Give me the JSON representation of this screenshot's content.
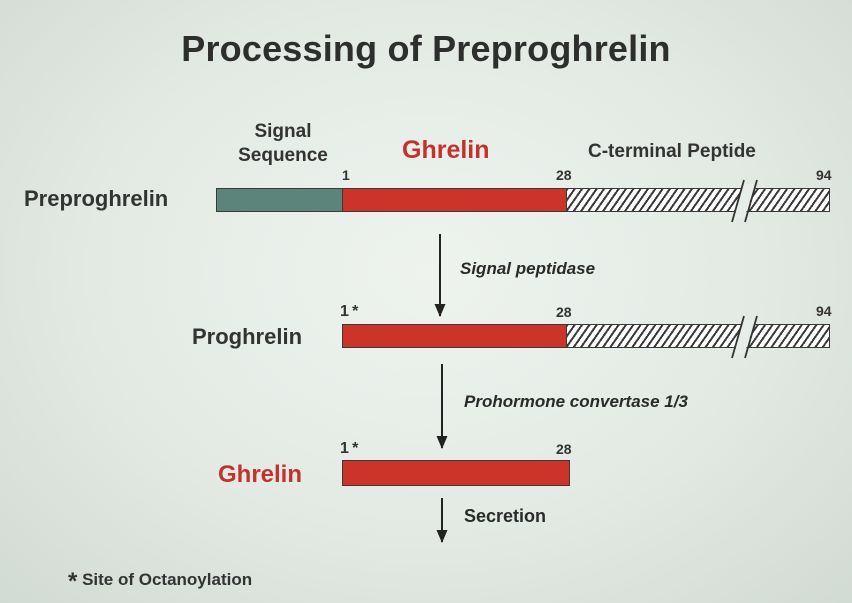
{
  "title": "Processing of Preproghrelin",
  "labels": {
    "signal_line1": "Signal",
    "signal_line2": "Sequence",
    "ghrelin_header": "Ghrelin",
    "cterm_header": "C-terminal Peptide"
  },
  "rows": {
    "preproghrelin": {
      "name": "Preproghrelin",
      "start": "1",
      "cut": "28",
      "end": "94"
    },
    "proghrelin": {
      "name": "Proghrelin",
      "start": "1 *",
      "cut": "28",
      "end": "94"
    },
    "ghrelin": {
      "name": "Ghrelin",
      "start": "1 *",
      "cut": "28"
    }
  },
  "steps": {
    "step1": "Signal peptidase",
    "step2": "Prohormone convertase 1/3",
    "step3": "Secretion"
  },
  "footnote": "Site of Octanoylation",
  "footnote_symbol": "*",
  "colors": {
    "signal_segment": "#5d847b",
    "ghrelin_segment": "#cc3329",
    "ghrelin_label": "#c4322e",
    "text": "#333333"
  }
}
